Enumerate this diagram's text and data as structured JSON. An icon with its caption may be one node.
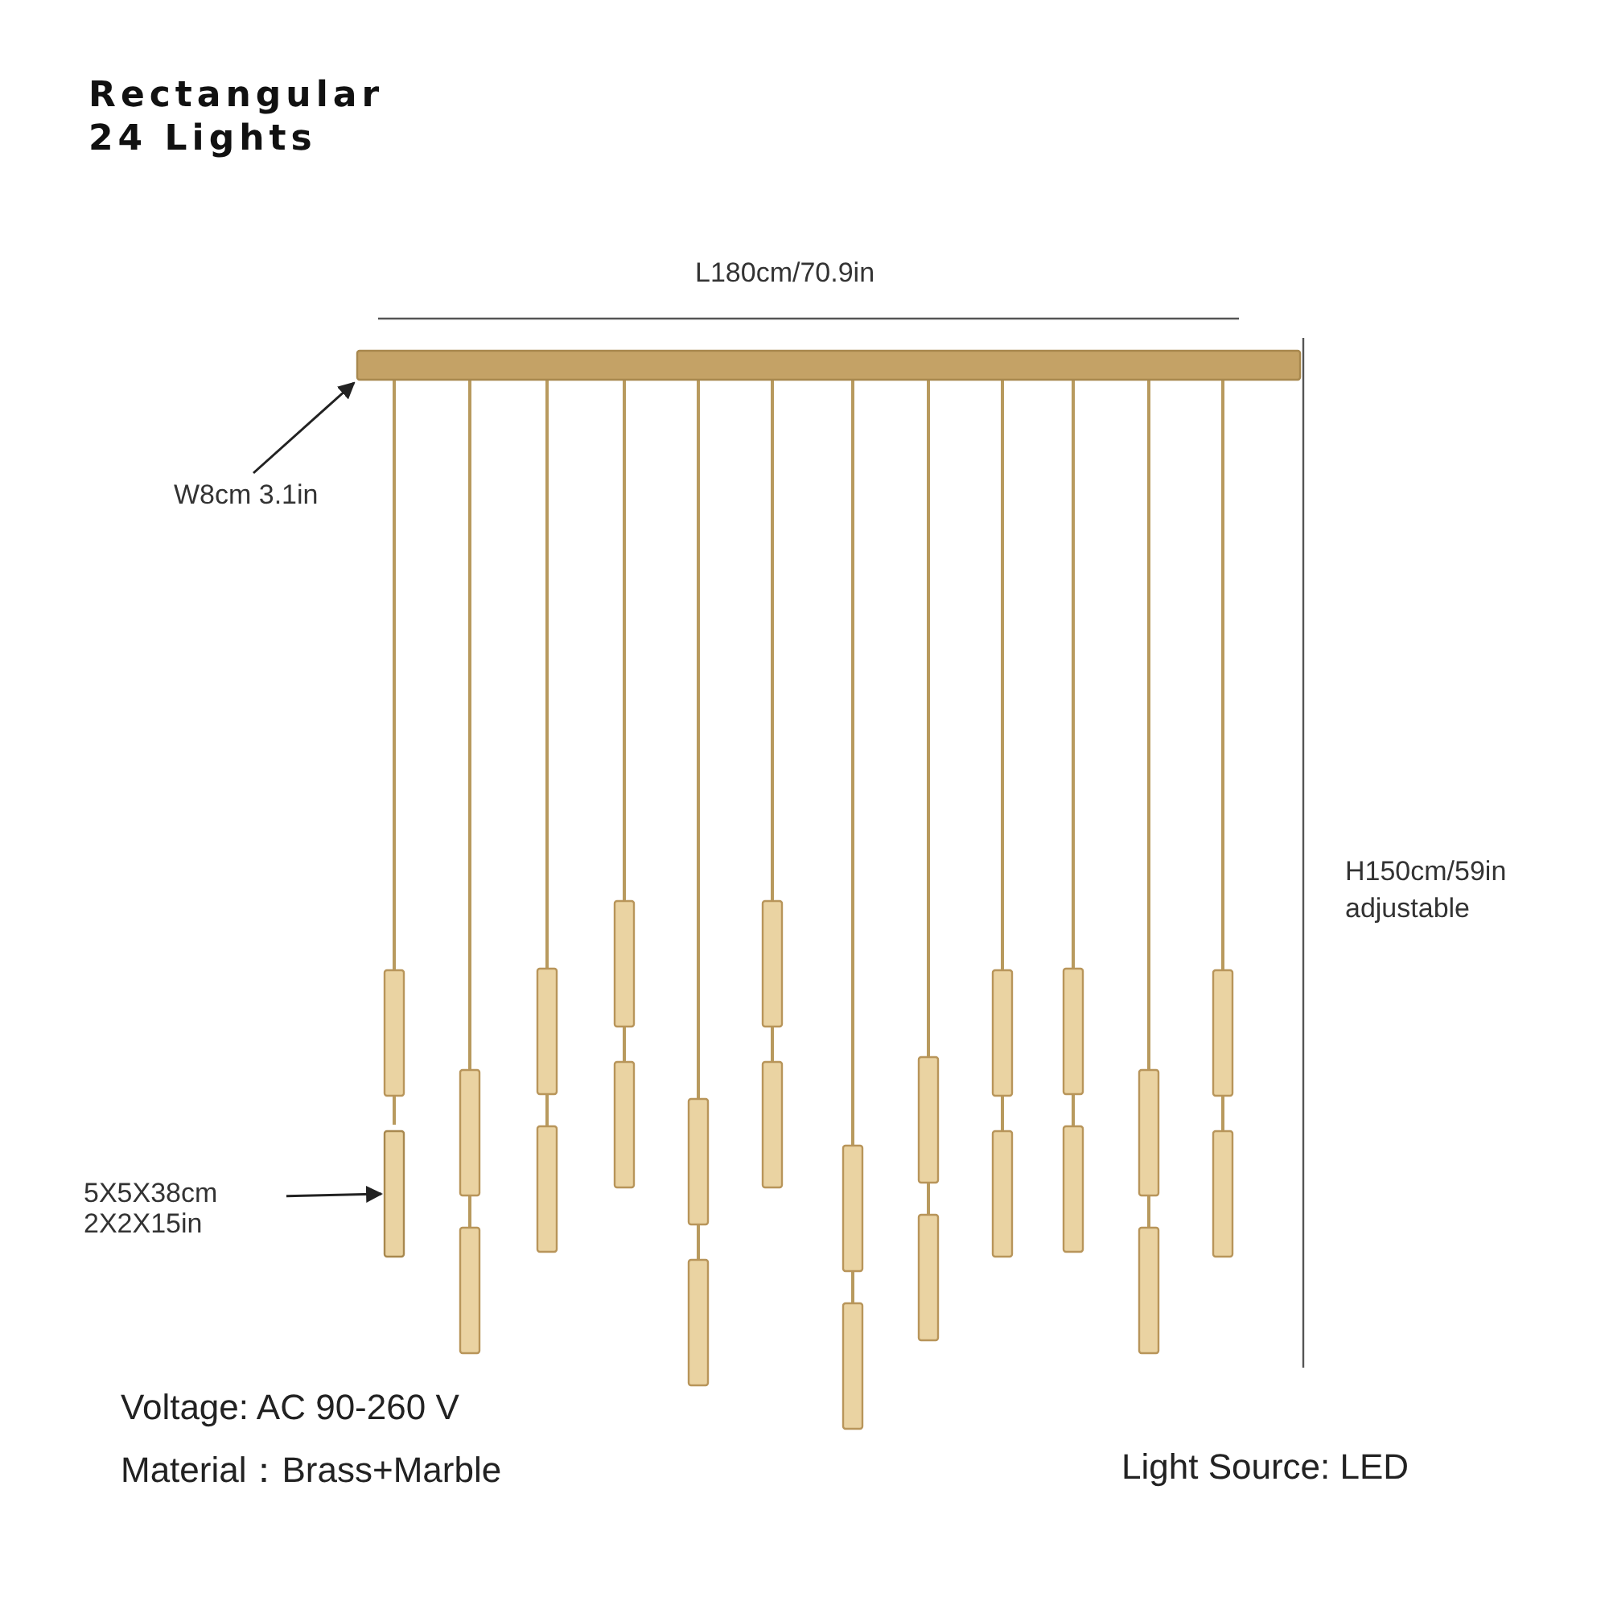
{
  "diagram": {
    "title": "Rectangular 24 Lights",
    "nodes": [
      {
        "text": [
          "W8cm 3.1in"
        ]
      },
      {
        "text": [],
        "shape": "bar"
      },
      {
        "text": [
          "5X5X38cm 2X2X15in"
        ]
      },
      {
        "text": [],
        "shape": "bar"
      }
    ],
    "edges": [
      {
        "from": 0,
        "to": 1,
        "arrow": "to"
      },
      {
        "from": 2,
        "to": 3,
        "arrow": "to"
      }
    ],
    "labels": [
      "L180cm/70.9in",
      "H150cm/59in adjustable",
      "Voltage: AC 90-260 V",
      "Material：Brass+Marble",
      "Light Source: LED"
    ]
  }
}
